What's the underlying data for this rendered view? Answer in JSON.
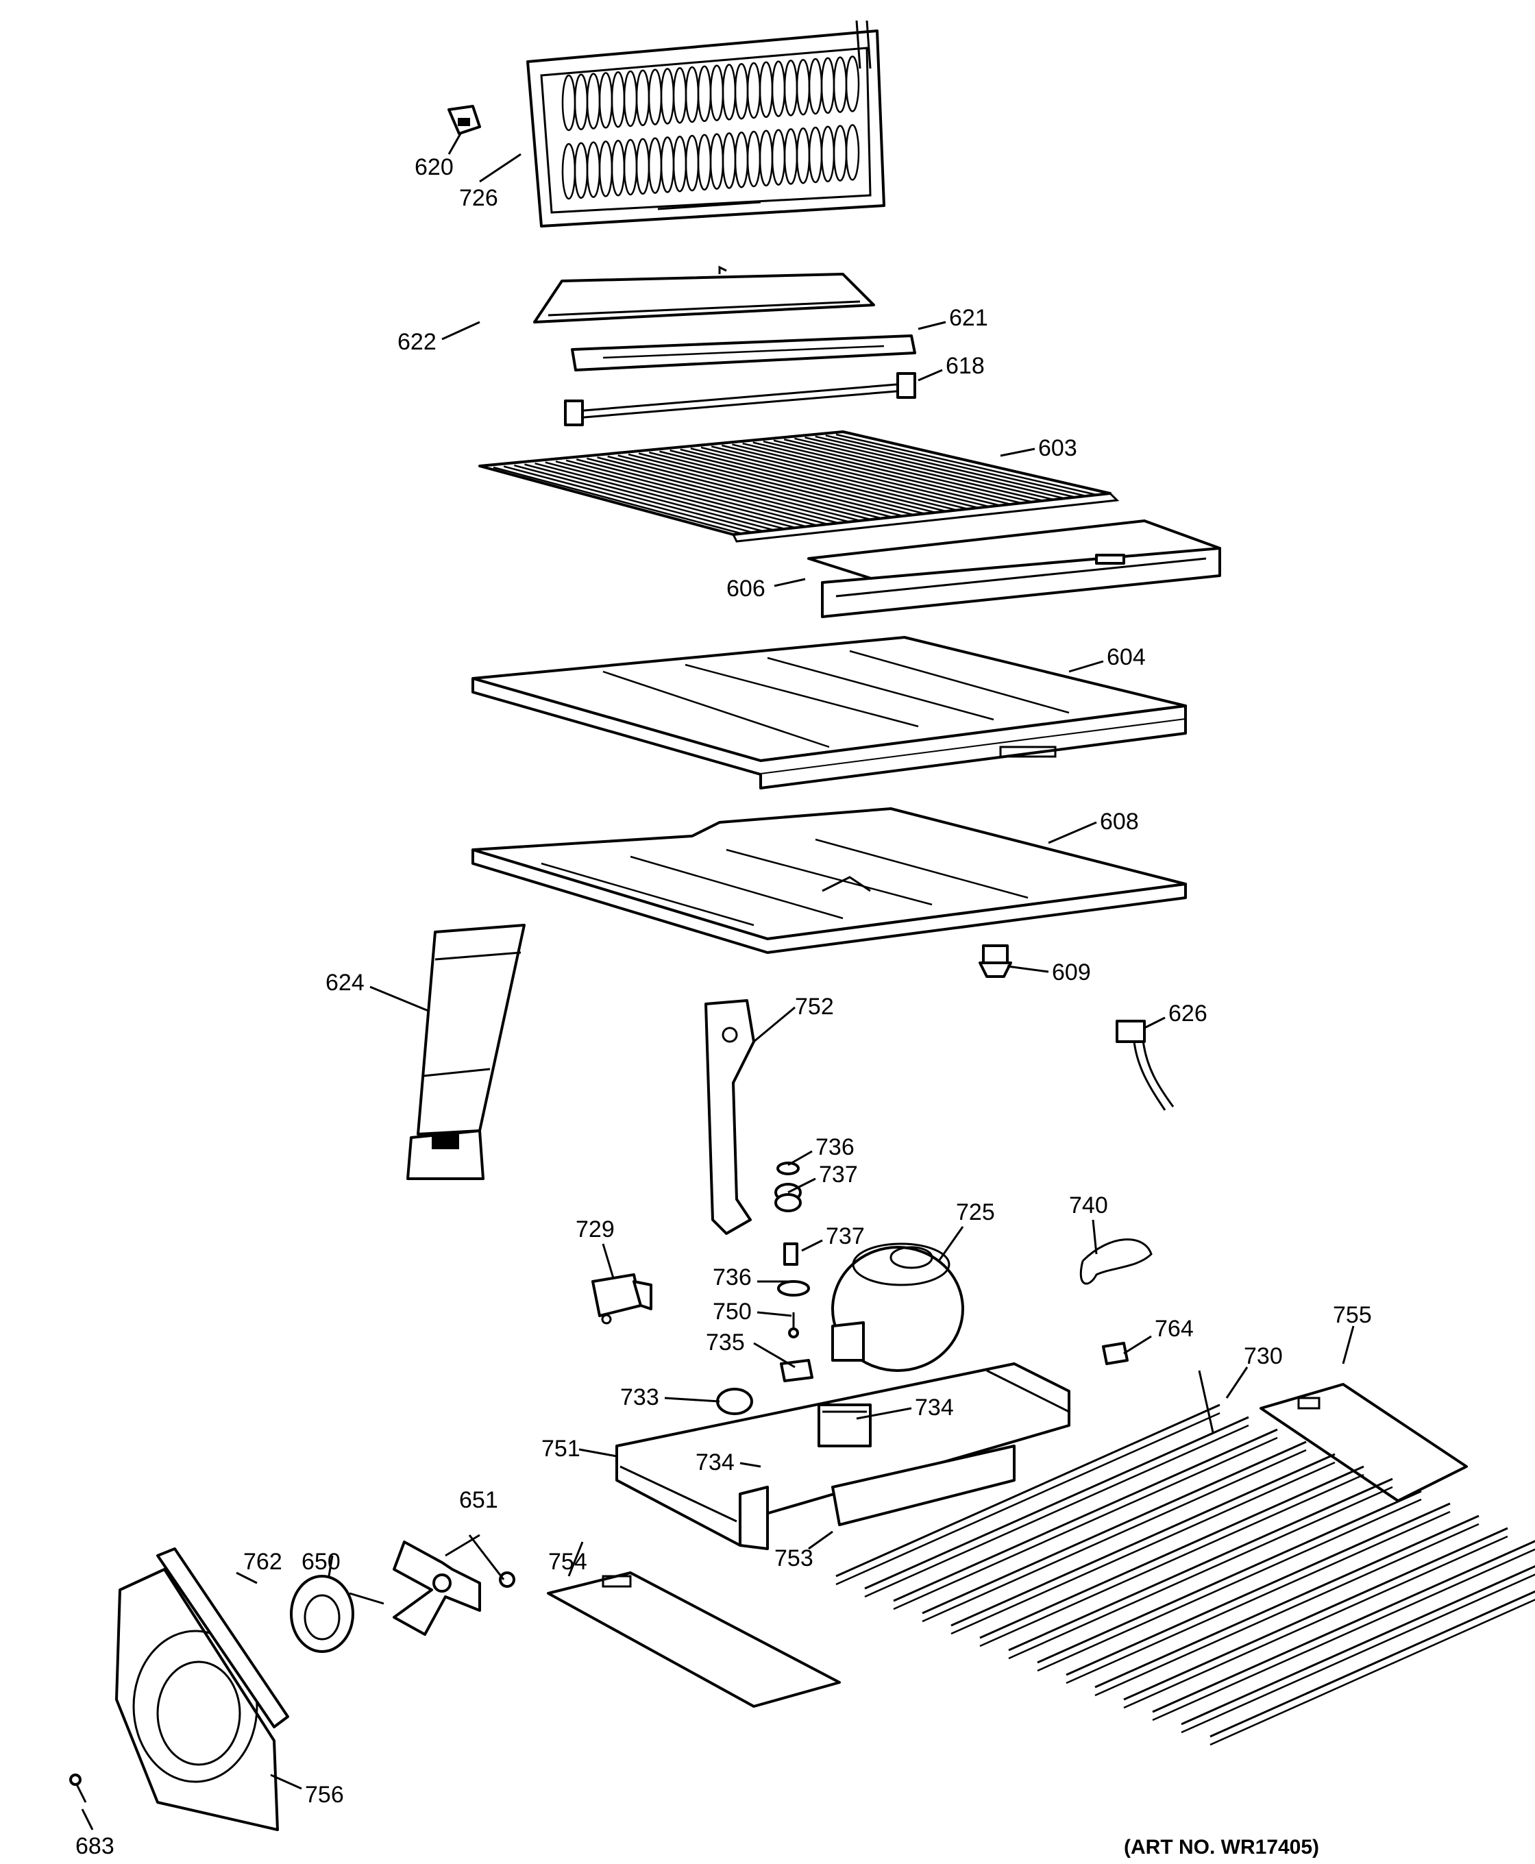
{
  "diagram": {
    "art_number": "(ART NO. WR17405)",
    "callouts": {
      "p620": "620",
      "p726": "726",
      "p622": "622",
      "p621": "621",
      "p618": "618",
      "p603": "603",
      "p606": "606",
      "p604": "604",
      "p608": "608",
      "p609": "609",
      "p624": "624",
      "p752": "752",
      "p626": "626",
      "p736a": "736",
      "p737a": "737",
      "p729": "729",
      "p737b": "737",
      "p725": "725",
      "p740": "740",
      "p736b": "736",
      "p750": "750",
      "p764": "764",
      "p755": "755",
      "p730": "730",
      "p735": "735",
      "p733": "733",
      "p734a": "734",
      "p751": "751",
      "p734b": "734",
      "p651": "651",
      "p754": "754",
      "p762": "762",
      "p650": "650",
      "p753": "753",
      "p756": "756",
      "p683": "683"
    }
  }
}
